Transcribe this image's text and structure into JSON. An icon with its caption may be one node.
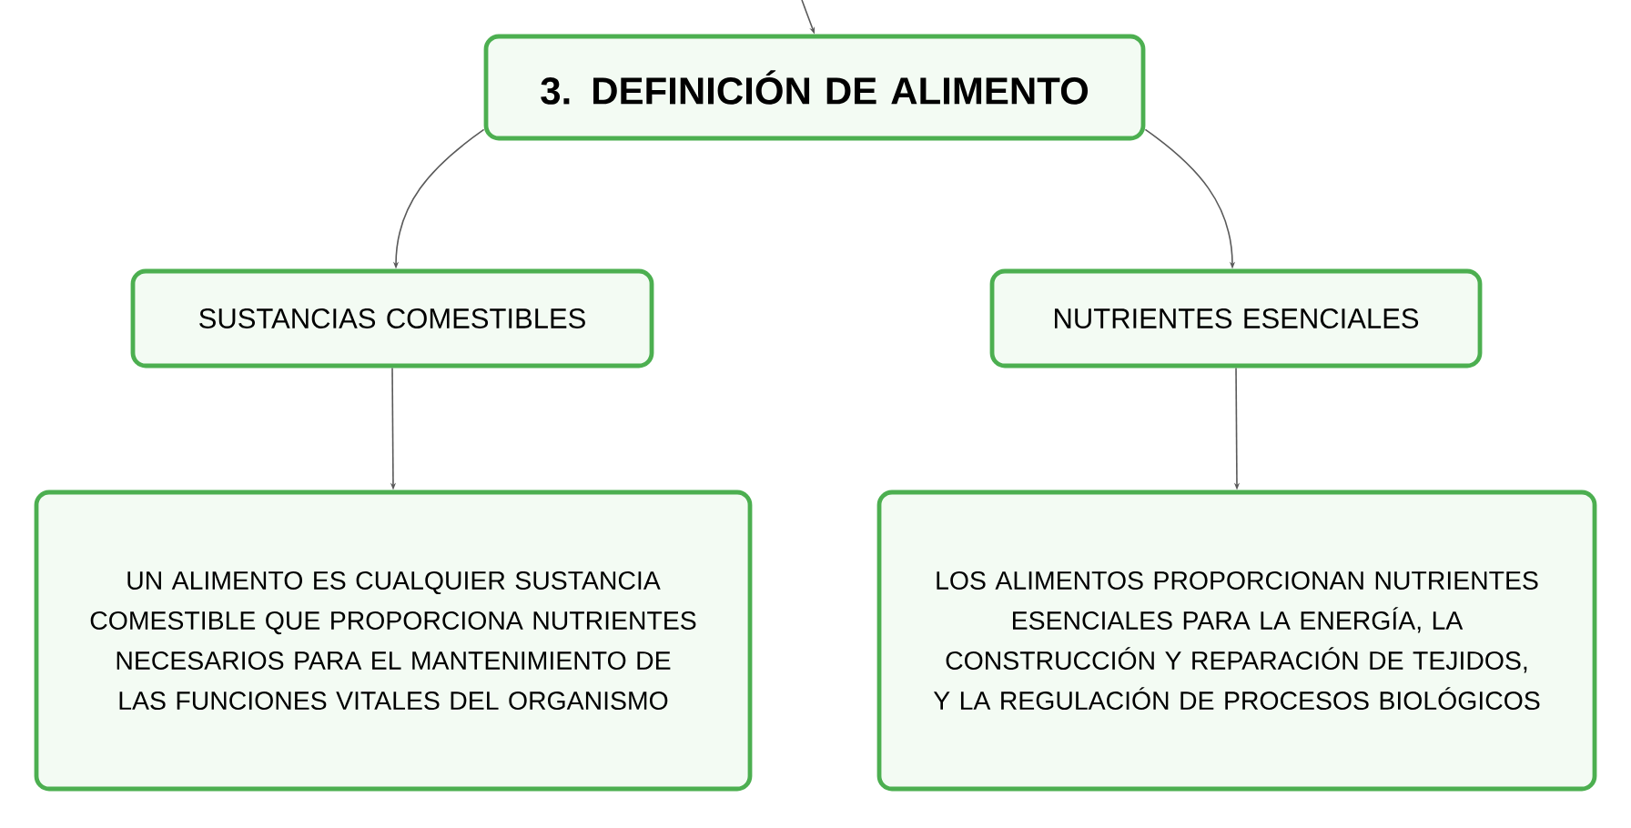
{
  "diagram": {
    "nodes": [
      {
        "text": [
          "3. DEFINICIÓN DE ALIMENTO"
        ]
      },
      {
        "text": [
          "SUSTANCIAS COMESTIBLES"
        ]
      },
      {
        "text": [
          "NUTRIENTES ESENCIALES"
        ]
      },
      {
        "text": [
          "UN ALIMENTO ES CUALQUIER SUSTANCIA COMESTIBLE QUE PROPORCIONA NUTRIENTES NECESARIOS PARA EL MANTENIMIENTO DE LAS FUNCIONES VITALES DEL ORGANISMO"
        ]
      },
      {
        "text": [
          "LOS ALIMENTOS PROPORCIONAN NUTRIENTES ESENCIALES PARA LA ENERGÍA, LA CONSTRUCCIÓN Y REPARACIÓN DE TEJIDOS, Y LA REGULACIÓN DE PROCESOS BIOLÓGICOS"
        ]
      }
    ],
    "edges": [
      {
        "from": null,
        "to": 0,
        "arrow": "to"
      },
      {
        "from": 0,
        "to": 1,
        "arrow": "to"
      },
      {
        "from": 0,
        "to": 2,
        "arrow": "to"
      },
      {
        "from": 1,
        "to": 3,
        "arrow": "to"
      },
      {
        "from": 2,
        "to": 4,
        "arrow": "to"
      }
    ]
  }
}
